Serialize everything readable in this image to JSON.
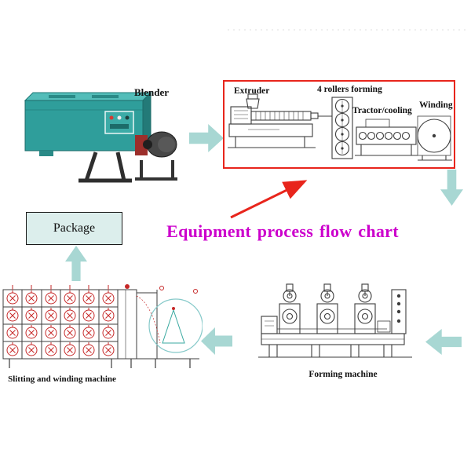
{
  "title": {
    "text": "Equipment process flow chart"
  },
  "machines": {
    "blender": {
      "label": "Blender"
    },
    "extrusion_line": {
      "extruder_label": "Extruder",
      "rollers_label": "4 rollers forming",
      "tractor_label": "Tractor/cooling",
      "winding_label": "Winding"
    },
    "forming": {
      "label": "Forming machine"
    },
    "slitting": {
      "label": "Slitting and winding machine"
    },
    "package": {
      "label": "Package"
    }
  },
  "flow_arrows": [
    {
      "id": "blender-to-extrusion-line",
      "direction": "right"
    },
    {
      "id": "extrusion-line-down",
      "direction": "down"
    },
    {
      "id": "into-forming-machine",
      "direction": "left"
    },
    {
      "id": "forming-to-slitting",
      "direction": "left"
    },
    {
      "id": "slitting-to-package",
      "direction": "up"
    }
  ],
  "colors": {
    "arrow_fill": "#a8d7d3",
    "frame_red": "#e8251c",
    "title_color": "#cc00cc",
    "package_fill": "#dceeec",
    "blender_teal": "#2f9e9b",
    "drawing_ink": "#3d3d3d",
    "spool_red": "#c62828",
    "accent_cyan": "#85c9c9"
  }
}
